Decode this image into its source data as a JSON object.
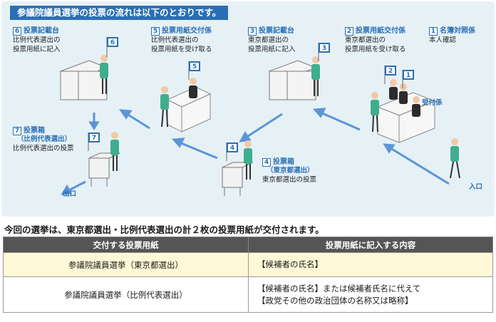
{
  "banner": "参議院議員選挙の投票の流れは以下のとおりです。",
  "steps": [
    {
      "num": "6",
      "title": "投票記載台",
      "desc1": "比例代表選出の",
      "desc2": "投票用紙に記入"
    },
    {
      "num": "5",
      "title": "投票用紙交付係",
      "desc1": "比例代表選出の",
      "desc2": "投票用紙を受け取る"
    },
    {
      "num": "3",
      "title": "投票記載台",
      "desc1": "東京都選出の",
      "desc2": "投票用紙に記入"
    },
    {
      "num": "2",
      "title": "投票用紙交付係",
      "desc1": "東京都選出の",
      "desc2": "投票用紙を受け取る"
    },
    {
      "num": "1",
      "title": "名簿対照係",
      "desc1": "本人確認",
      "desc2": ""
    },
    {
      "num": "7",
      "title": "投票箱",
      "sub": "（比例代表選出）",
      "desc1": "比例代表選出の投票"
    },
    {
      "num": "4",
      "title": "投票箱",
      "sub": "（東京都選出）",
      "desc1": "東京都選出の投票"
    }
  ],
  "flags": [
    "6",
    "5",
    "3",
    "2",
    "1",
    "7",
    "4"
  ],
  "labels": {
    "reception": "受付係",
    "exit": "出口",
    "entrance": "入口"
  },
  "summary": "今回の選挙は、東京都選出・比例代表選出の計２枚の投票用紙が交付されます。",
  "table": {
    "headers": [
      "交付する投票用紙",
      "投票用紙に記入する内容"
    ],
    "rows": [
      {
        "ballot": "参議院議員選挙（東京都選出）",
        "content1": "【候補者の氏名】",
        "content2": ""
      },
      {
        "ballot": "参議院議員選挙（比例代表選出）",
        "content1": "【候補者の氏名】または候補者氏名に代えて",
        "content2": "【政党その他の政治団体の名称又は略称】"
      }
    ]
  },
  "colors": {
    "accent": "#2a6fb5",
    "panel": "#e6f1f6",
    "staff": "#3fae8c",
    "header": "#555555",
    "row_highlight": "#fff8d6"
  }
}
